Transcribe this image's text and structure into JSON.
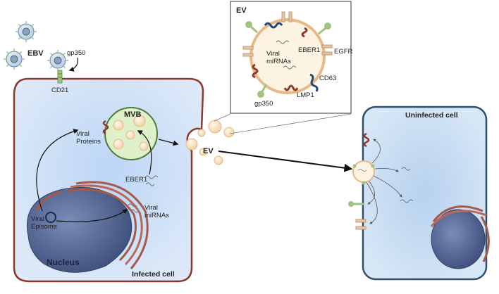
{
  "labels": {
    "ebv": "EBV",
    "gp350_top": "gp350",
    "cd21": "CD21",
    "mvb": "MVB",
    "viral_proteins": "Viral\nProteins",
    "ev_center": "EV",
    "ebr1_cell": "EBER1",
    "viral_mirnas_cell": "Viral\nmiRNAs",
    "viral_episome": "Viral\nEpisome",
    "nucleus": "Nucleus",
    "infected_cell": "Infected cell",
    "uninfected_cell": "Uninfected cell"
  },
  "inset": {
    "title": "EV",
    "viral_mirnas": "Viral\nmiRNAs",
    "eber1": "EBER1",
    "egfr": "EGFR",
    "cd63": "CD63",
    "lmp1": "LMP1",
    "gp350": "gp350"
  },
  "colors": {
    "infected_border": "#8b3a2a",
    "infected_fill": "#d4e4f7",
    "uninfected_border": "#2f4f6f",
    "uninfected_fill": "#c9def2",
    "nucleus": "#5a6d99",
    "vesicle": "#f7e4c6",
    "vesicle_border": "#e8b987",
    "mvb_fill": "#dff1c9",
    "lmp1": "#8b3a2a",
    "cd63": "#1f4a78",
    "gp350": "#9fc47f",
    "egfr": "#e8c8a4"
  }
}
